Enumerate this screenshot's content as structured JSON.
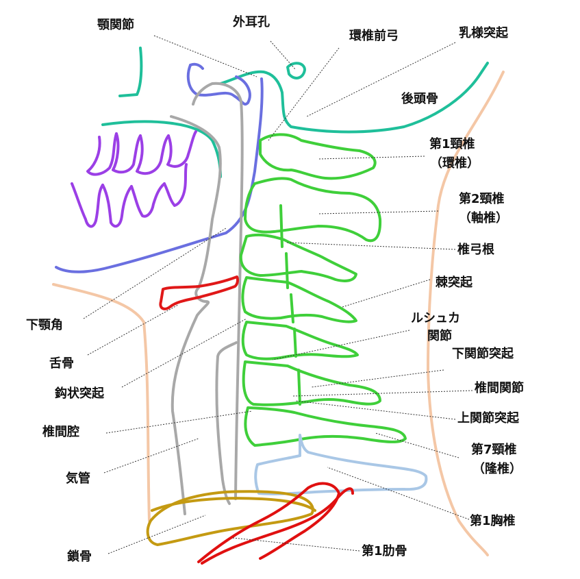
{
  "colors": {
    "skull": "#1fbf9a",
    "mandible": "#6a6fe0",
    "teeth": "#9b3fe6",
    "cervical": "#3fcf3a",
    "airway": "#a8a8a8",
    "hyoid": "#e01818",
    "thoracic": "#a9c7e6",
    "clavicle": "#c49a12",
    "rib": "#e01010",
    "skin": "#f4c7a6"
  },
  "labels": {
    "tmj": "顎関節",
    "ear": "外耳孔",
    "atlas_arch": "環椎前弓",
    "mastoid": "乳様突起",
    "occipital": "後頭骨",
    "c1": "第1頸椎",
    "c1_sub": "（環椎）",
    "c2": "第2頸椎",
    "c2_sub": "（軸椎）",
    "pedicle": "椎弓根",
    "spinous": "棘突起",
    "luschka1": "ルシュカ",
    "luschka2": "関節",
    "inf_facet": "下関節突起",
    "facet_joint": "椎間関節",
    "sup_facet": "上関節突起",
    "c7": "第7頸椎",
    "c7_sub": "（隆椎）",
    "t1": "第1胸椎",
    "rib1": "第1肋骨",
    "mand_angle": "下顎角",
    "hyoid": "舌骨",
    "uncinate": "鈎状突起",
    "disc_space": "椎間腔",
    "trachea": "気管",
    "clavicle": "鎖骨"
  }
}
